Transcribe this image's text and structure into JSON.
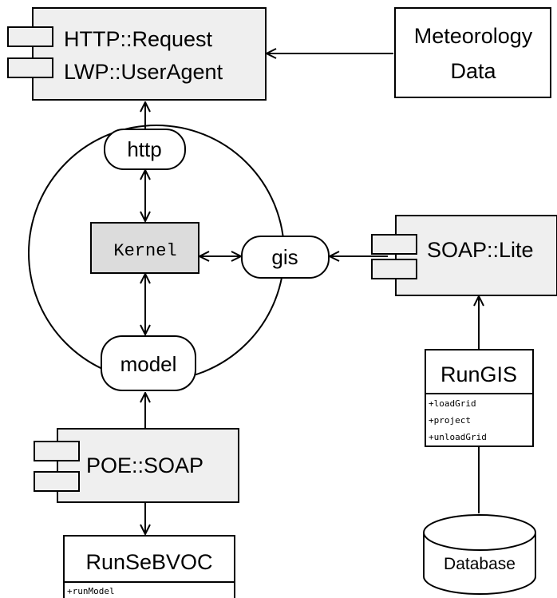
{
  "components": {
    "http_request": {
      "line1": "HTTP::Request",
      "line2": "LWP::UserAgent"
    },
    "meteorology": {
      "line1": "Meteorology",
      "line2": "Data"
    },
    "soap_lite": {
      "label": "SOAP::Lite"
    },
    "poe_soap": {
      "label": "POE::SOAP"
    }
  },
  "nodes": {
    "http": "http",
    "gis": "gis",
    "model": "model",
    "kernel": "Kernel"
  },
  "classes": {
    "rungis": {
      "title": "RunGIS",
      "methods": [
        "+loadGrid",
        "+project",
        "+unloadGrid"
      ]
    },
    "runsebvoc": {
      "title": "RunSeBVOC",
      "methods": [
        "+runModel"
      ]
    }
  },
  "database": {
    "label": "Database"
  },
  "colors": {
    "component_fill": "#efefef",
    "kernel_fill": "#dcdcdc",
    "stroke": "#000000",
    "background": "#ffffff"
  }
}
